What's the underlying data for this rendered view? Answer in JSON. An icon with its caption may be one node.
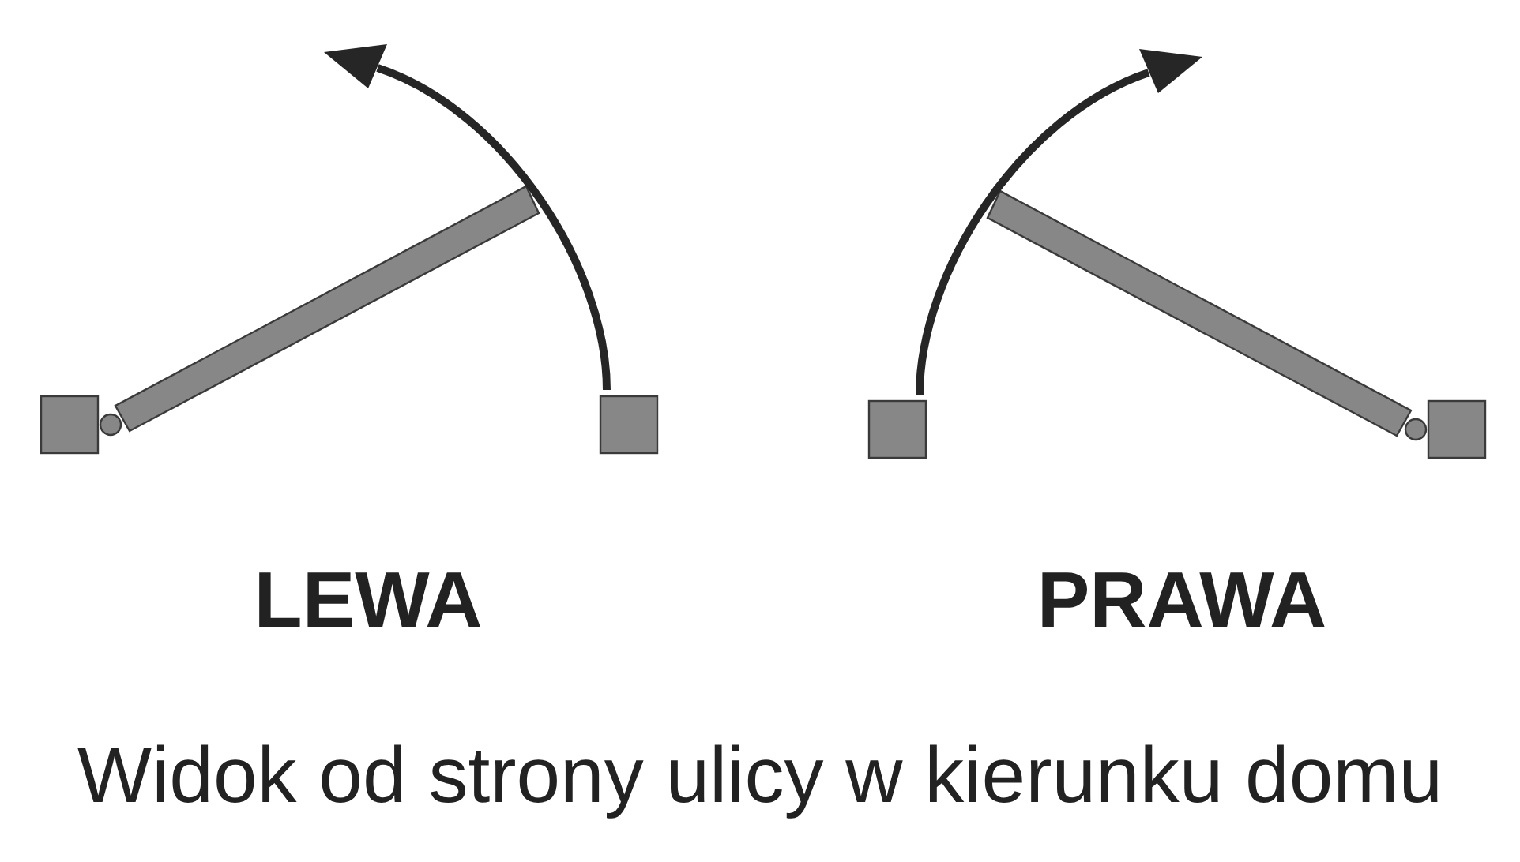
{
  "diagram": {
    "caption": "Widok od strony ulicy w kierunku domu",
    "labels": [
      "LEWA",
      "PRAWA"
    ]
  }
}
